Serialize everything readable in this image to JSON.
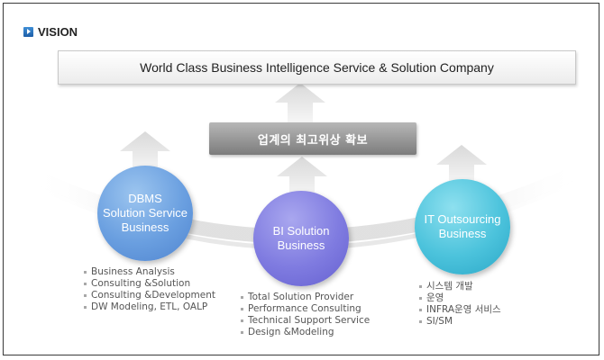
{
  "header": {
    "title": "VISION"
  },
  "banner": {
    "text": "World Class Business Intelligence Service & Solution Company"
  },
  "center_box": {
    "text": "업계의 최고위상 확보"
  },
  "nodes": [
    {
      "lines": [
        "DBMS",
        "Solution Service",
        "Business"
      ],
      "color": "#6a9fe0",
      "items": [
        "Business Analysis",
        "Consulting &Solution",
        "Consulting &Development",
        "DW Modeling, ETL, OALP"
      ]
    },
    {
      "lines": [
        "BI Solution",
        "Business"
      ],
      "color": "#7f7be0",
      "items": [
        "Total Solution Provider",
        "Performance Consulting",
        "Technical Support Service",
        "Design &Modeling"
      ]
    },
    {
      "lines": [
        "IT Outsourcing",
        "Business"
      ],
      "color": "#4cc3dc",
      "items": [
        "시스템 개발",
        "운영",
        "INFRA운영 서비스",
        "SI/SM"
      ]
    }
  ],
  "icons": {
    "header": "play-square-icon",
    "arrows": "up-arrow-icon"
  }
}
